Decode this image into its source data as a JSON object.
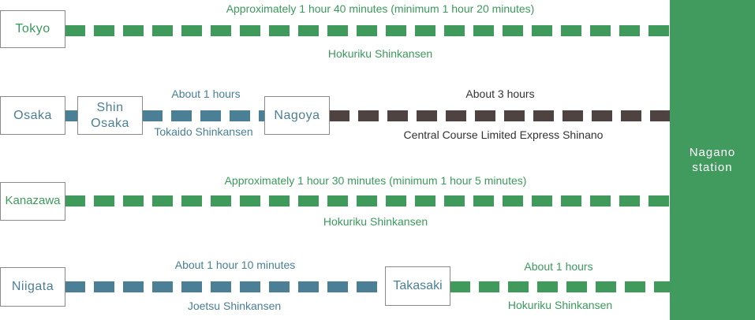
{
  "destination": {
    "label": "Nagano\nstation",
    "color": "#429b5e"
  },
  "colors": {
    "hokuriku": "#3f9a5c",
    "tokaido_joetsu": "#4a7f96",
    "shinano": "#4e4340"
  },
  "routes": {
    "tokyo": {
      "origin": "Tokyo",
      "time": "Approximately 1 hour 40 minutes (minimum 1 hour 20 minutes)",
      "line": "Hokuriku Shinkansen"
    },
    "osaka": {
      "origin": "Osaka",
      "via1": "Shin\nOsaka",
      "time1": "About 1 hours",
      "line1": "Tokaido Shinkansen",
      "via2": "Nagoya",
      "time2": "About 3 hours",
      "line2": "Central Course Limited Express Shinano"
    },
    "kanazawa": {
      "origin": "Kanazawa",
      "time": "Approximately 1 hour 30 minutes (minimum 1 hour 5 minutes)",
      "line": "Hokuriku Shinkansen"
    },
    "niigata": {
      "origin": "Niigata",
      "time1": "About 1 hour 10 minutes",
      "line1": "Joetsu Shinkansen",
      "via": "Takasaki",
      "time2": "About 1 hours",
      "line2": "Hokuriku Shinkansen"
    }
  }
}
